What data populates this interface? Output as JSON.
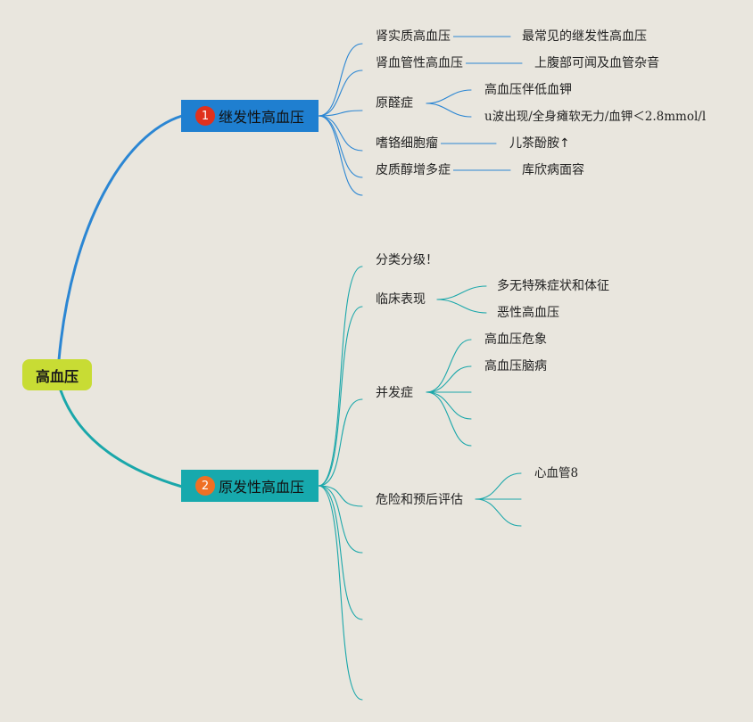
{
  "root": {
    "label": "高血压"
  },
  "branches": [
    {
      "label": "继发性高血压",
      "badge": "1",
      "color": "#1f7fd0",
      "line_color": "#2b86d3",
      "items": [
        {
          "label": "肾实质高血压",
          "children": [
            "最常见的继发性高血压"
          ]
        },
        {
          "label": "肾血管性高血压",
          "children": [
            "上腹部可闻及血管杂音"
          ]
        },
        {
          "label": "原醛症",
          "children": [
            "高血压伴低血钾",
            "u波出现/全身瘫软无力/血钾＜2.8mmol/l"
          ]
        },
        {
          "label": "嗜铬细胞瘤",
          "children": [
            "儿茶酚胺↑"
          ]
        },
        {
          "label": "皮质醇增多症",
          "children": [
            "库欣病面容"
          ]
        }
      ]
    },
    {
      "label": "原发性高血压",
      "badge": "2",
      "color": "#17a9ad",
      "line_color": "#1aa7aa",
      "items": [
        {
          "label": "分类分级！",
          "children": []
        },
        {
          "label": "临床表现",
          "children": [
            "多无特殊症状和体征",
            "恶性高血压"
          ]
        },
        {
          "label": "并发症",
          "children": [
            "高血压危象",
            "高血压脑病"
          ]
        },
        {
          "label": "危险和预后评估",
          "children": [
            "心血管8"
          ]
        }
      ]
    }
  ]
}
